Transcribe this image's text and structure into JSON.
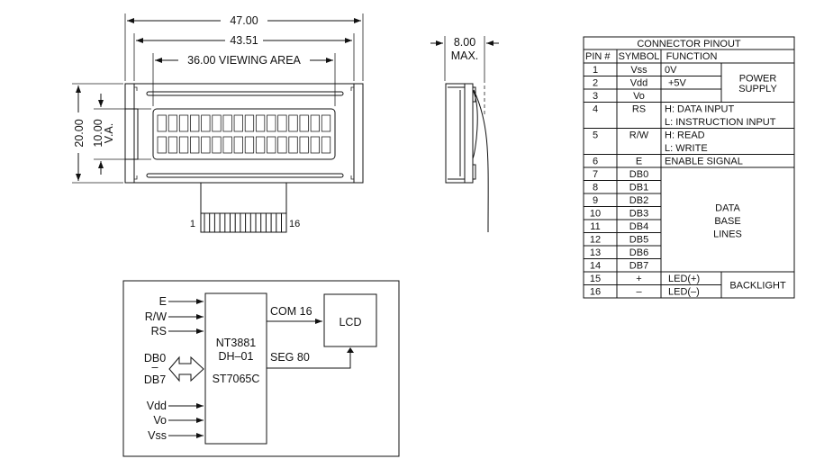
{
  "front_view": {
    "dim_overall_width": "47.00",
    "dim_bezel_width": "43.51",
    "dim_viewing_area": "36.00 VIEWING AREA",
    "dim_overall_height": "20.00",
    "dim_va_height": "10.00",
    "dim_va_label": "V.A.",
    "pin_first": "1",
    "pin_last": "16",
    "char_columns": 16,
    "char_rows": 2
  },
  "side_view": {
    "dim_thickness": "8.00",
    "dim_thickness_note": "MAX."
  },
  "pinout": {
    "title": "CONNECTOR PINOUT",
    "headers": [
      "PIN #",
      "SYMBOL",
      "FUNCTION"
    ],
    "rows": [
      {
        "pin": "1",
        "symbol": "Vss",
        "function": "0V"
      },
      {
        "pin": "2",
        "symbol": "Vdd",
        "function": "+5V"
      },
      {
        "pin": "3",
        "symbol": "Vo",
        "function": ""
      },
      {
        "pin": "4",
        "symbol": "RS",
        "function": "H: DATA INPUT"
      },
      {
        "pin": "",
        "symbol": "",
        "function": "L: INSTRUCTION INPUT"
      },
      {
        "pin": "5",
        "symbol": "R/W",
        "function": "H: READ"
      },
      {
        "pin": "",
        "symbol": "",
        "function": "L: WRITE"
      },
      {
        "pin": "6",
        "symbol": "E",
        "function": "ENABLE SIGNAL"
      },
      {
        "pin": "7",
        "symbol": "DB0",
        "function": ""
      },
      {
        "pin": "8",
        "symbol": "DB1",
        "function": ""
      },
      {
        "pin": "9",
        "symbol": "DB2",
        "function": ""
      },
      {
        "pin": "10",
        "symbol": "DB3",
        "function": ""
      },
      {
        "pin": "11",
        "symbol": "DB4",
        "function": ""
      },
      {
        "pin": "12",
        "symbol": "DB5",
        "function": ""
      },
      {
        "pin": "13",
        "symbol": "DB6",
        "function": ""
      },
      {
        "pin": "14",
        "symbol": "DB7",
        "function": ""
      },
      {
        "pin": "15",
        "symbol": "+",
        "function": "LED(+)"
      },
      {
        "pin": "16",
        "symbol": "–",
        "function": "LED(–)"
      }
    ],
    "group_power": [
      "POWER",
      "SUPPLY"
    ],
    "group_data": [
      "DATA",
      "BASE",
      "LINES"
    ],
    "group_backlight": "BACKLIGHT"
  },
  "block_diagram": {
    "inputs_top": [
      "E",
      "R/W",
      "RS"
    ],
    "bus_top": "DB0",
    "bus_dash": "–",
    "bus_bottom": "DB7",
    "inputs_bottom": [
      "Vdd",
      "Vo",
      "Vss"
    ],
    "chip_lines": [
      "NT3881",
      "DH–01",
      "ST7065C"
    ],
    "com_label": "COM  16",
    "seg_label": "SEG  80",
    "lcd_label": "LCD"
  }
}
